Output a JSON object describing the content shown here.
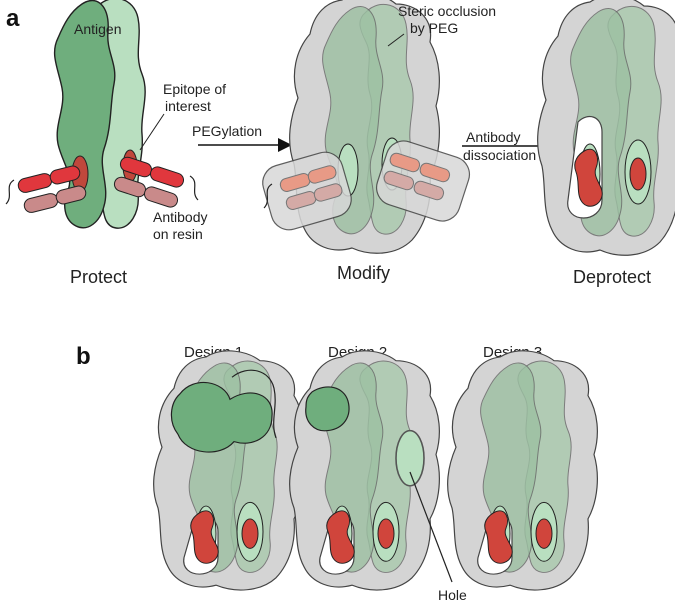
{
  "panel_a": {
    "letter": "a",
    "labels": {
      "antigen": "Antigen",
      "epitope_line1": "Epitope of",
      "epitope_line2": "interest",
      "antibody_line1": "Antibody",
      "antibody_line2": "on resin",
      "steric_line1": "Steric occlusion",
      "steric_line2": "by PEG",
      "pegylation": "PEGylation",
      "dissociation_line1": "Antibody",
      "dissociation_line2": "dissociation"
    },
    "steps": [
      "Protect",
      "Modify",
      "Deprotect"
    ]
  },
  "panel_b": {
    "letter": "b",
    "designs": [
      "Design 1",
      "Design 2",
      "Design 3"
    ],
    "hole_label": "Hole"
  },
  "colors": {
    "antigen_dark": "#6fae7d",
    "antigen_light": "#b9dfc0",
    "peg_gray": "#c9c9c9",
    "epitope_red": "#d0453c",
    "antibody_red": "#e0373d",
    "antibody_pink": "#c98a8a",
    "outline": "#222222"
  }
}
